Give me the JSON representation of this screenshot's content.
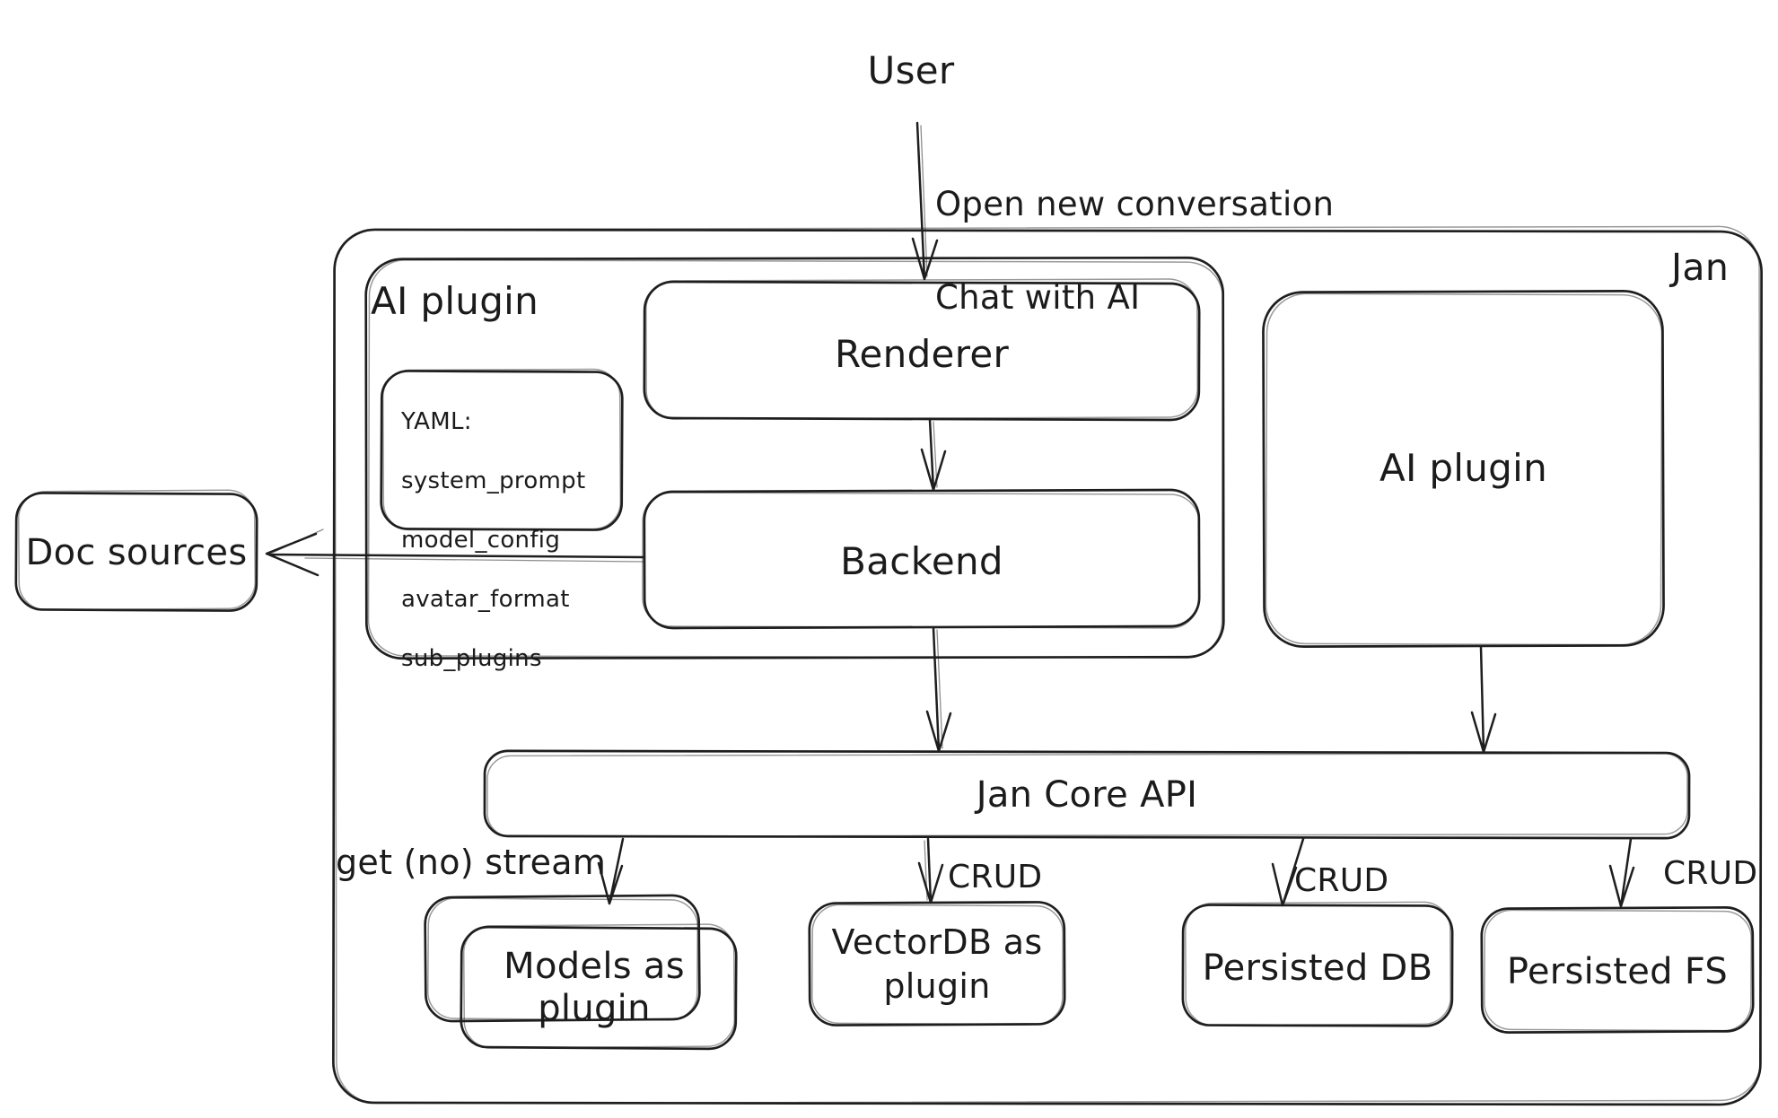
{
  "diagram": {
    "colors": {
      "stroke": "#1e1e1e",
      "background": "#ffffff",
      "text": "#1b1b1b"
    },
    "nodes": {
      "user": {
        "label": "User"
      },
      "jan": {
        "label": "Jan"
      },
      "ai_plugin_left": {
        "label": "AI plugin"
      },
      "renderer": {
        "label": "Renderer"
      },
      "backend": {
        "label": "Backend"
      },
      "yaml_note": {
        "lines": [
          "YAML:",
          "system_prompt",
          "model_config",
          "avatar_format",
          "sub_plugins"
        ]
      },
      "ai_plugin_right": {
        "label": "AI plugin"
      },
      "doc_sources": {
        "label": "Doc sources"
      },
      "jan_core_api": {
        "label": "Jan Core API"
      },
      "models_as_plugin": {
        "label": "Models as plugin"
      },
      "vectordb_as_plugin": {
        "label": "VectorDB as plugin"
      },
      "persisted_db": {
        "label": "Persisted DB"
      },
      "persisted_fs": {
        "label": "Persisted FS"
      }
    },
    "edges": {
      "user_to_renderer": {
        "lines": [
          "Open new conversation",
          "Chat with AI"
        ]
      },
      "api_to_models": {
        "label": "get (no) stream"
      },
      "api_to_vectordb": {
        "label": "CRUD"
      },
      "api_to_persisted_db": {
        "label": "CRUD"
      },
      "api_to_persisted_fs": {
        "label": "CRUD"
      }
    }
  }
}
